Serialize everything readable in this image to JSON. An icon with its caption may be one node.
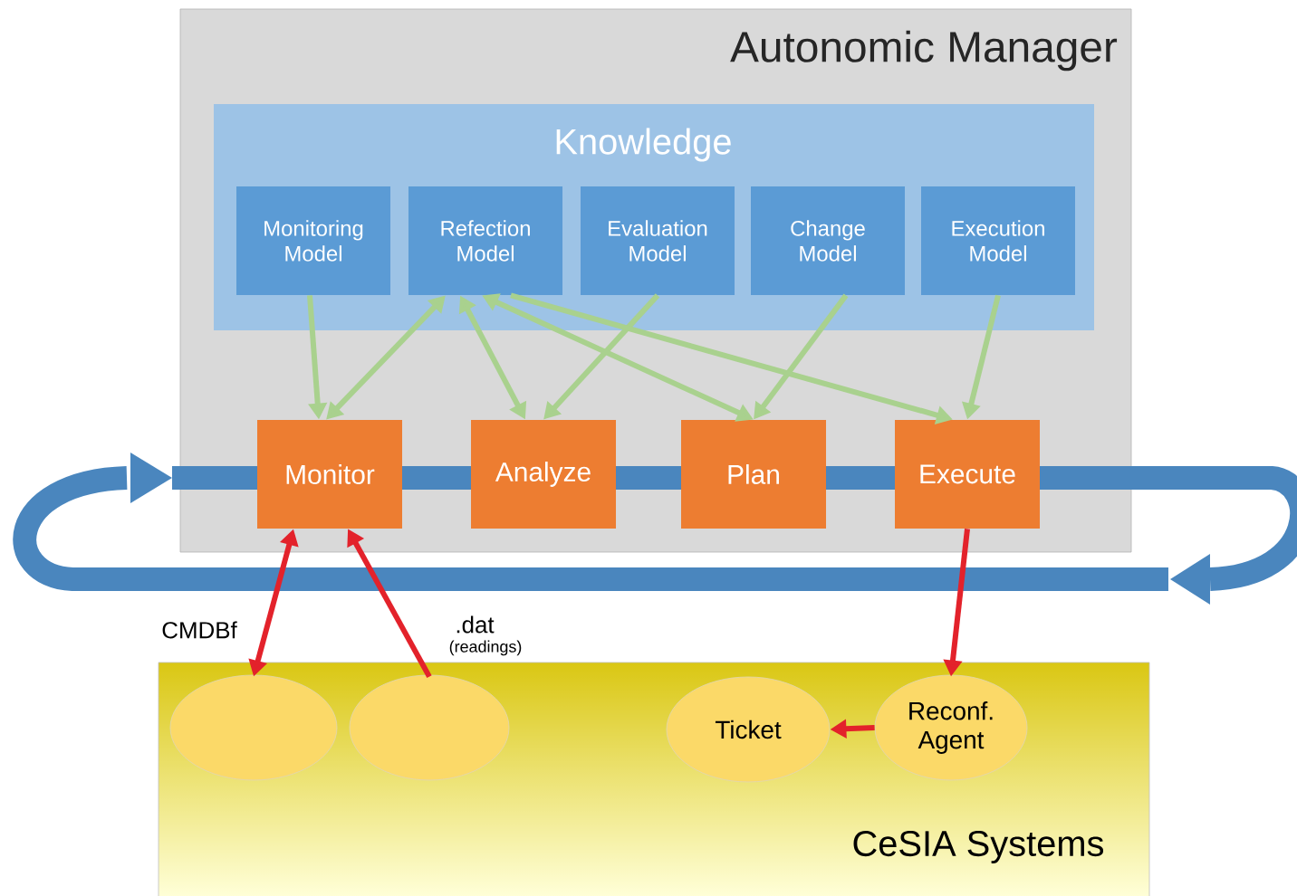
{
  "diagram": {
    "nodes": [
      {
        "text": [
          "Autonomic Manager"
        ]
      },
      {
        "text": [
          "Knowledge"
        ],
        "in": 0
      },
      {
        "text": [
          "Monitoring Model"
        ],
        "in": 1
      },
      {
        "text": [
          "Refection Model"
        ],
        "in": 1
      },
      {
        "text": [
          "Evaluation Model"
        ],
        "in": 1
      },
      {
        "text": [
          "Change Model"
        ],
        "in": 1
      },
      {
        "text": [
          "Execution Model"
        ],
        "in": 1
      },
      {
        "text": [
          "Monitor"
        ],
        "in": 0
      },
      {
        "text": [
          "Analyze"
        ],
        "in": 0
      },
      {
        "text": [
          "Plan"
        ],
        "in": 0
      },
      {
        "text": [
          "Execute"
        ],
        "in": 0
      },
      {
        "text": [
          "CeSIA Systems"
        ]
      },
      {
        "text": [],
        "shape": "ellipse",
        "in": 11
      },
      {
        "text": [],
        "shape": "ellipse",
        "in": 11
      },
      {
        "text": [
          "Ticket"
        ],
        "in": 11
      },
      {
        "text": [
          "Reconf. Agent"
        ],
        "in": 11
      }
    ],
    "edges": [
      {
        "from": 2,
        "to": 7,
        "arrow": "to"
      },
      {
        "from": 3,
        "to": 7,
        "arrow": "both"
      },
      {
        "from": 3,
        "to": 8,
        "arrow": "both"
      },
      {
        "from": 4,
        "to": 8,
        "arrow": "to"
      },
      {
        "from": 3,
        "to": 9,
        "arrow": "both"
      },
      {
        "from": 5,
        "to": 9,
        "arrow": "to"
      },
      {
        "from": 3,
        "to": 10,
        "arrow": "to"
      },
      {
        "from": 6,
        "to": 10,
        "arrow": "to"
      },
      {
        "from": 7,
        "to": 12,
        "arrow": "both",
        "label": "CMDBf",
        "color": "#e3222b"
      },
      {
        "from": 13,
        "to": 7,
        "arrow": "to",
        "label": ".dat",
        "color": "#e3222b"
      },
      {
        "from": 10,
        "to": 15,
        "arrow": "to",
        "color": "#e3222b"
      },
      {
        "from": 15,
        "to": 14,
        "arrow": "to",
        "color": "#e3222b"
      }
    ],
    "labels": [
      "(readings)"
    ]
  }
}
